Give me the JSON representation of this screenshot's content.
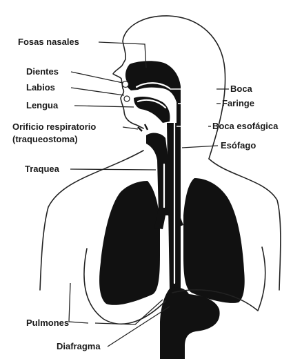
{
  "labels": {
    "fosas_nasales": "Fosas nasales",
    "dientes": "Dientes",
    "labios": "Labios",
    "lengua": "Lengua",
    "orificio_respiratorio": "Orificio respiratorio",
    "traqueostoma": "(traqueostoma)",
    "traquea": "Traquea",
    "pulmones": "Pulmones",
    "diafragma": "Diafragma",
    "boca": "Boca",
    "faringe": "Faringe",
    "boca_esofagica": "Boca esofágica",
    "esofago": "Esófago"
  }
}
